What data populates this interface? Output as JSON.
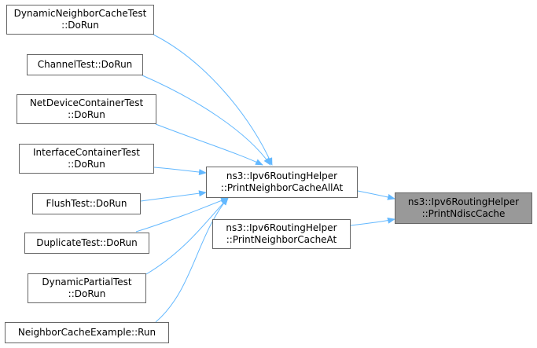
{
  "colors": {
    "edge": "#63b8ff",
    "node_border": "#666666",
    "node_fill": "#ffffff",
    "focus_fill": "#999999"
  },
  "nodes": {
    "dynamic_neighbor_cache_test": {
      "line1": "DynamicNeighborCacheTest",
      "line2": "::DoRun"
    },
    "channel_test": {
      "line1": "ChannelTest::DoRun"
    },
    "net_device_container_test": {
      "line1": "NetDeviceContainerTest",
      "line2": "::DoRun"
    },
    "interface_container_test": {
      "line1": "InterfaceContainerTest",
      "line2": "::DoRun"
    },
    "flush_test": {
      "line1": "FlushTest::DoRun"
    },
    "duplicate_test": {
      "line1": "DuplicateTest::DoRun"
    },
    "dynamic_partial_test": {
      "line1": "DynamicPartialTest",
      "line2": "::DoRun"
    },
    "neighbor_cache_example": {
      "line1": "NeighborCacheExample::Run"
    },
    "print_neighbor_cache_all_at": {
      "line1": "ns3::Ipv6RoutingHelper",
      "line2": "::PrintNeighborCacheAllAt"
    },
    "print_neighbor_cache_at": {
      "line1": "ns3::Ipv6RoutingHelper",
      "line2": "::PrintNeighborCacheAt"
    },
    "print_ndisc_cache": {
      "line1": "ns3::Ipv6RoutingHelper",
      "line2": "::PrintNdiscCache"
    }
  }
}
